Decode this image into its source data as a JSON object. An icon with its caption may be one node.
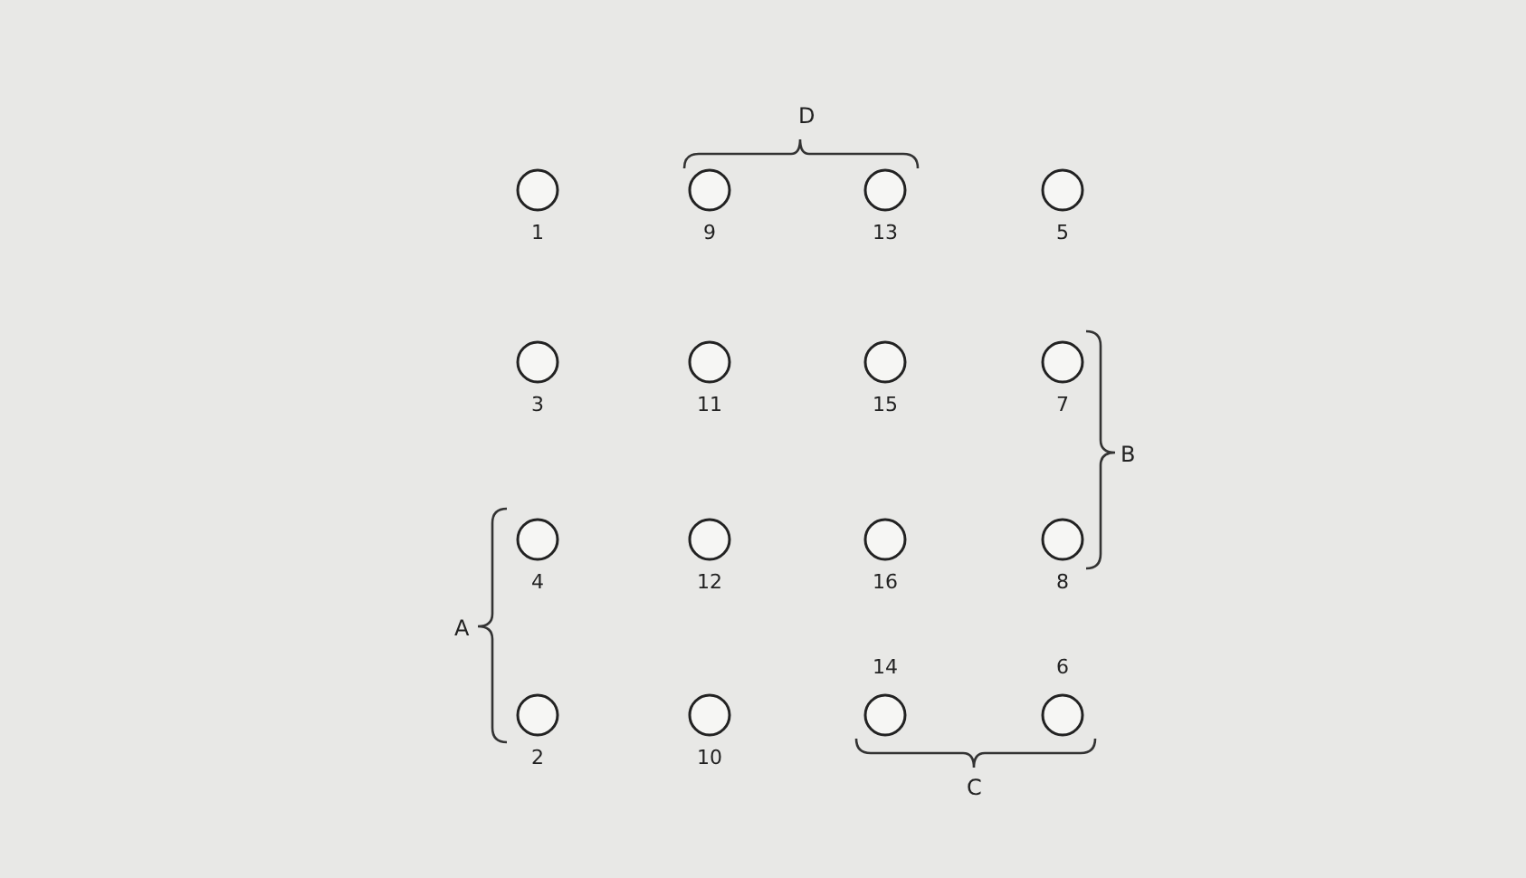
{
  "diagram": {
    "nodes": [
      {
        "text": [],
        "shape": "circle",
        "beside": [
          "1"
        ]
      },
      {
        "text": [],
        "shape": "circle",
        "beside": [
          "9"
        ]
      },
      {
        "text": [],
        "shape": "circle",
        "beside": [
          "13"
        ]
      },
      {
        "text": [],
        "shape": "circle",
        "beside": [
          "5"
        ]
      },
      {
        "text": [],
        "shape": "circle",
        "beside": [
          "3"
        ]
      },
      {
        "text": [],
        "shape": "circle",
        "beside": [
          "11"
        ]
      },
      {
        "text": [],
        "shape": "circle",
        "beside": [
          "15"
        ]
      },
      {
        "text": [],
        "shape": "circle",
        "beside": [
          "7"
        ]
      },
      {
        "text": [],
        "shape": "circle",
        "beside": [
          "4"
        ]
      },
      {
        "text": [],
        "shape": "circle",
        "beside": [
          "12"
        ]
      },
      {
        "text": [],
        "shape": "circle",
        "beside": [
          "16"
        ]
      },
      {
        "text": [],
        "shape": "circle",
        "beside": [
          "8"
        ]
      },
      {
        "text": [],
        "shape": "circle",
        "beside": [
          "2"
        ]
      },
      {
        "text": [],
        "shape": "circle",
        "beside": [
          "10"
        ]
      },
      {
        "text": [],
        "shape": "circle",
        "beside": [
          "14"
        ]
      },
      {
        "text": [],
        "shape": "circle",
        "beside": [
          "6"
        ]
      }
    ],
    "labels": [
      "D",
      "B",
      "A",
      "C"
    ]
  }
}
